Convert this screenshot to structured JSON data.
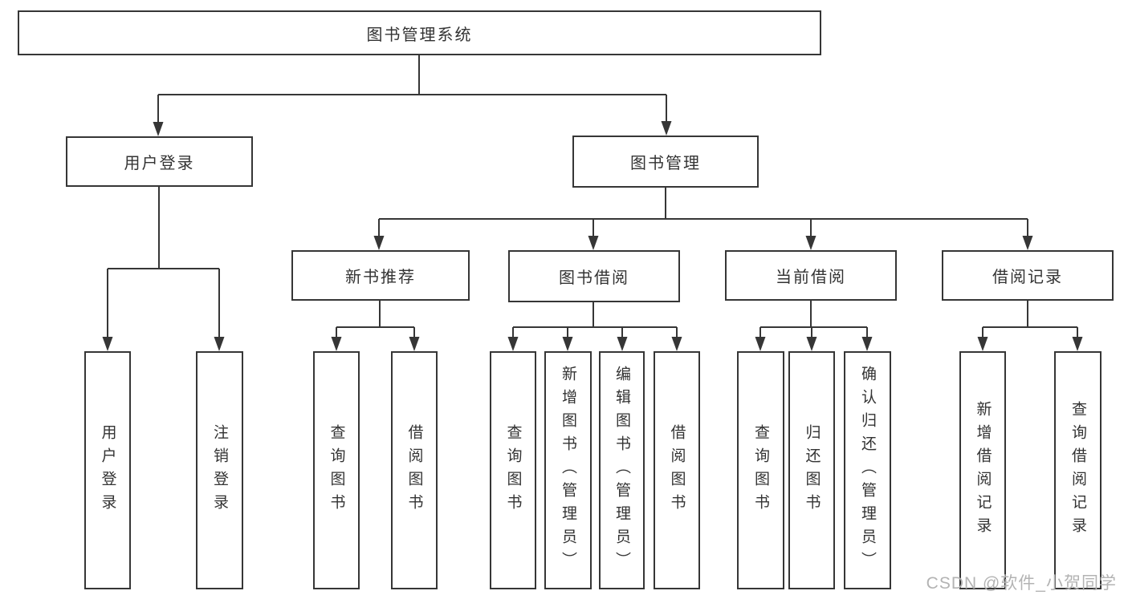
{
  "diagram": {
    "title": "图书管理系统",
    "root": {
      "label": "图书管理系统"
    },
    "level2": [
      {
        "label": "用户登录"
      },
      {
        "label": "图书管理"
      }
    ],
    "level3": [
      {
        "label": "新书推荐"
      },
      {
        "label": "图书借阅"
      },
      {
        "label": "当前借阅"
      },
      {
        "label": "借阅记录"
      }
    ],
    "leaves": {
      "user_login": [
        "用户登录",
        "注销登录"
      ],
      "new_book": [
        "查询图书",
        "借阅图书"
      ],
      "borrow": [
        "查询图书",
        "新增图书（管理员）",
        "编辑图书（管理员）",
        "借阅图书"
      ],
      "current": [
        "查询图书",
        "归还图书",
        "确认归还（管理员）"
      ],
      "records": [
        "新增借阅记录",
        "查询借阅记录"
      ]
    }
  },
  "watermark": {
    "text": "CSDN @软件_小贺同学"
  },
  "colors": {
    "line": "#363636",
    "text": "#333333",
    "watermark_gray": "#b3b3b3",
    "background": "#ffffff"
  }
}
